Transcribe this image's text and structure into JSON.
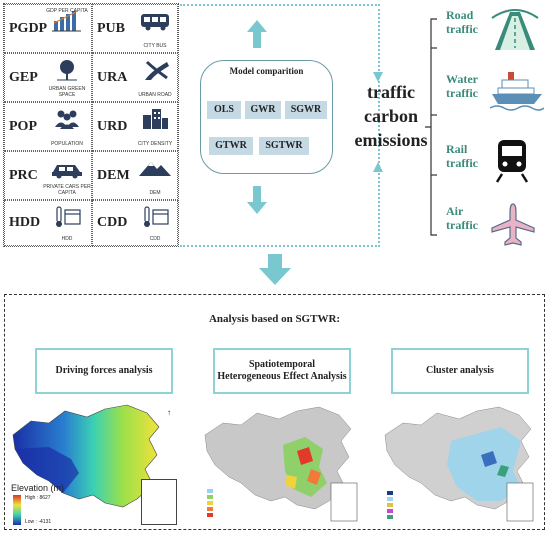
{
  "variables": [
    {
      "code": "PGDP",
      "caption": "GDP PER CAPITA",
      "icon": "bar-chart-icon"
    },
    {
      "code": "PUB",
      "caption": "CITY BUS",
      "icon": "bus-icon"
    },
    {
      "code": "GEP",
      "caption": "URBAN GREEN SPACE",
      "icon": "tree-icon"
    },
    {
      "code": "URA",
      "caption": "URBAN ROAD",
      "icon": "road-icon"
    },
    {
      "code": "POP",
      "caption": "POPULATION",
      "icon": "people-icon"
    },
    {
      "code": "URD",
      "caption": "CITY DENSITY",
      "icon": "buildings-icon"
    },
    {
      "code": "PRC",
      "caption": "PRIVATE CARS PER CAPITA",
      "icon": "car-icon"
    },
    {
      "code": "DEM",
      "caption": "DEM",
      "icon": "mountain-icon"
    },
    {
      "code": "HDD",
      "caption": "HDD",
      "icon": "thermometer-calendar-icon"
    },
    {
      "code": "CDD",
      "caption": "CDD",
      "icon": "thermometer-calendar-icon"
    }
  ],
  "model": {
    "title": "Model comparition",
    "methods": [
      "OLS",
      "GWR",
      "SGWR",
      "GTWR",
      "SGTWR"
    ]
  },
  "target": {
    "title": "traffic carbon emissions"
  },
  "traffic_types": [
    {
      "label": "Road traffic",
      "icon": "road-icon"
    },
    {
      "label": "Water traffic",
      "icon": "ship-icon"
    },
    {
      "label": "Rail traffic",
      "icon": "train-icon"
    },
    {
      "label": "Air traffic",
      "icon": "airplane-icon"
    }
  ],
  "analysis": {
    "title": "Analysis based on SGTWR:",
    "panels": [
      {
        "label": "Driving forces analysis"
      },
      {
        "label": "Spatiotemporal Heterogeneous Effect Analysis"
      },
      {
        "label": "Cluster analysis"
      }
    ],
    "elevation_map": {
      "label": "Elevation (m)",
      "high": "High : 8627",
      "low": "Low : -4131"
    },
    "colors": {
      "accent": "#79c8d0",
      "panel_border": "#8ed2d6",
      "method_fill": "#c5d9e4"
    }
  }
}
